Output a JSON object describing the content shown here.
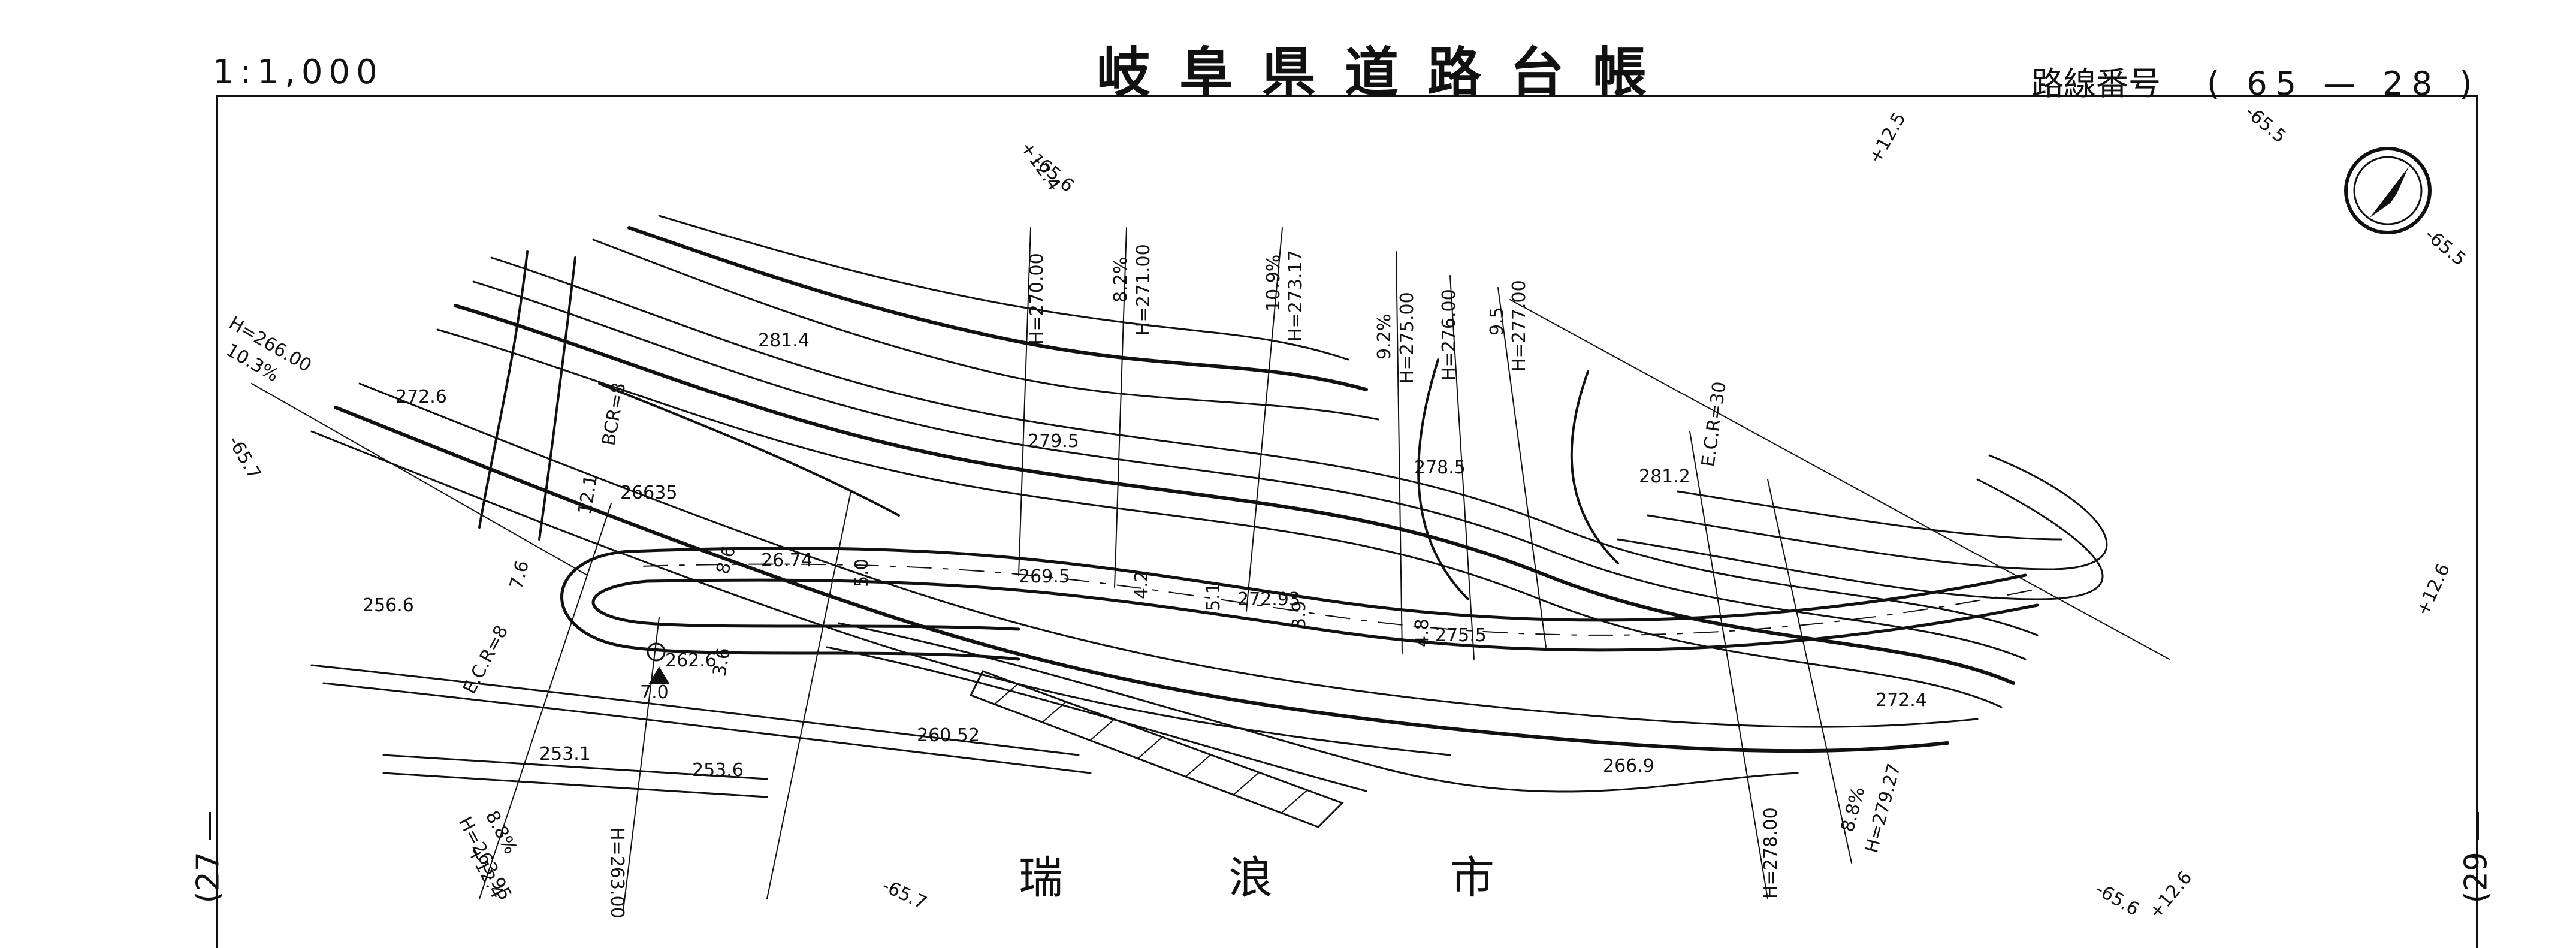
{
  "header": {
    "scale": "1:1,000",
    "title": "岐阜県道路台帳",
    "route_label": "路線番号",
    "route_number": "( 65 — 28 )"
  },
  "sheet_refs": {
    "left": "(27 —",
    "right": "(29 —"
  },
  "city_name": [
    "瑞",
    "浪",
    "市"
  ],
  "north_arrow": {
    "icon": "north-arrow-icon",
    "direction": "north"
  },
  "colors": {
    "line": "#111111",
    "paper": "#ffffff"
  },
  "labels": [
    {
      "id": "elev-2814",
      "text": "281.4"
    },
    {
      "id": "elev-2726",
      "text": "272.6"
    },
    {
      "id": "elev-2795",
      "text": "279.5"
    },
    {
      "id": "elev-2785",
      "text": "278.5"
    },
    {
      "id": "elev-2812",
      "text": "281.2"
    },
    {
      "id": "elev-2566",
      "text": "256.6"
    },
    {
      "id": "elev-2626",
      "text": "262.6"
    },
    {
      "id": "elev-2674",
      "text": "26.74"
    },
    {
      "id": "elev-2695",
      "text": "269.5"
    },
    {
      "id": "elev-2729",
      "text": "272.93"
    },
    {
      "id": "elev-2755",
      "text": "275.5"
    },
    {
      "id": "elev-26635",
      "text": "26635"
    },
    {
      "id": "elev-2531",
      "text": "253.1"
    },
    {
      "id": "elev-2536",
      "text": "253.6"
    },
    {
      "id": "elev-26052",
      "text": "260.52"
    },
    {
      "id": "elev-2669",
      "text": "266.9"
    },
    {
      "id": "elev-2724",
      "text": "272.4"
    },
    {
      "id": "ecr-8",
      "text": "E.C.R=8"
    },
    {
      "id": "bcr-8",
      "text": "BCR=8"
    },
    {
      "id": "ecr-30",
      "text": "E.C.R=30"
    },
    {
      "id": "h-26600",
      "text": "H=266.00"
    },
    {
      "id": "g-103",
      "text": "10.3%"
    },
    {
      "id": "h-27000",
      "text": "H=270.00"
    },
    {
      "id": "g-82",
      "text": "8.2%"
    },
    {
      "id": "h-27100",
      "text": "H=271.00"
    },
    {
      "id": "g-109",
      "text": "10.9%"
    },
    {
      "id": "h-27317",
      "text": "H=273.17"
    },
    {
      "id": "g-92",
      "text": "9.2%"
    },
    {
      "id": "h-27500",
      "text": "H=275.00"
    },
    {
      "id": "h-27600",
      "text": "H=276.00"
    },
    {
      "id": "g-95",
      "text": "9.5"
    },
    {
      "id": "h-27700",
      "text": "H=277.00"
    },
    {
      "id": "h-26395",
      "text": "H=263.95"
    },
    {
      "id": "g-88a",
      "text": "8.8%"
    },
    {
      "id": "h-26300",
      "text": "H=263.00"
    },
    {
      "id": "h-27800",
      "text": "H=278.00"
    },
    {
      "id": "g-88b",
      "text": "8.8%"
    },
    {
      "id": "h-27927",
      "text": "H=279.27"
    },
    {
      "id": "pt-1246",
      "text": "+12.4"
    },
    {
      "id": "pt-656a",
      "text": "-65.6"
    },
    {
      "id": "pt-125",
      "text": "+12.5"
    },
    {
      "id": "pt-655a",
      "text": "-65.5"
    },
    {
      "id": "pt-655b",
      "text": "-65.5"
    },
    {
      "id": "pt-657a",
      "text": "-65.7"
    },
    {
      "id": "pt-126a",
      "text": "+12.6"
    },
    {
      "id": "pt-124",
      "text": "+12.4"
    },
    {
      "id": "pt-657b",
      "text": "-65.7"
    },
    {
      "id": "pt-656b",
      "text": "-65.6"
    },
    {
      "id": "pt-126b",
      "text": "+12.6"
    },
    {
      "id": "w-50",
      "text": "5.0"
    },
    {
      "id": "w-42",
      "text": "4.2"
    },
    {
      "id": "w-39",
      "text": "3.9"
    },
    {
      "id": "w-48",
      "text": "4.8"
    },
    {
      "id": "w-121",
      "text": "12.1"
    },
    {
      "id": "w-86",
      "text": "8.6"
    },
    {
      "id": "w-76",
      "text": "7.6"
    },
    {
      "id": "w-36",
      "text": "3.6"
    },
    {
      "id": "w-70",
      "text": "7.0"
    },
    {
      "id": "w-51",
      "text": "5.1"
    }
  ]
}
